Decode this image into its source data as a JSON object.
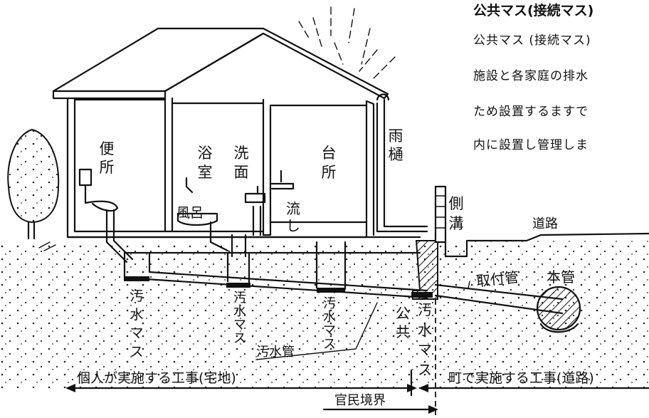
{
  "heading": "公共マス(接続マス)",
  "description_lines": [
    "公共マス (接続マス)",
    "施設と各家庭の排水",
    "ため設置するますで",
    "内に設置し管理しま"
  ],
  "rooms": {
    "toilet": "便所",
    "bath": "浴室",
    "washroom": "洗面",
    "kitchen": "台所",
    "bathtub": "風呂",
    "sink": "流し",
    "gutter": "雨樋",
    "side_ditch": "側溝"
  },
  "labels": {
    "road": "道路",
    "lateral_pipe": "取付管",
    "main_pipe": "本管",
    "sewage_box": "汚水マス",
    "sewage_pipe": "汚水管",
    "public": "公共",
    "private_work": "個人が実施する工事(宅地)",
    "town_work": "町で実施する工事(道路)",
    "boundary": "官民境界"
  }
}
